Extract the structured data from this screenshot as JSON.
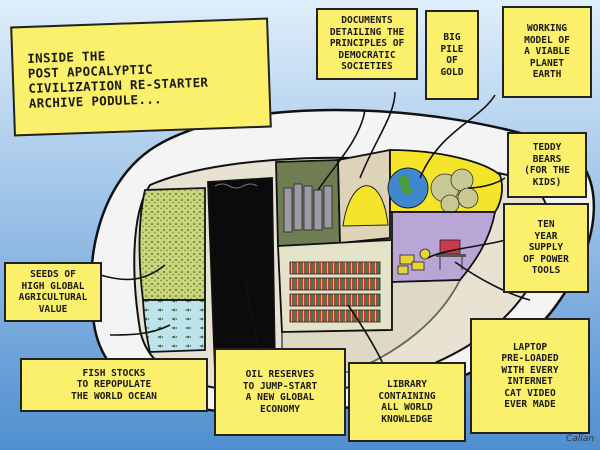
{
  "title_banner": "INSIDE THE\nPOST APOCALYPTIC\nCIVILIZATION RE-STARTER\nARCHIVE PODULE...",
  "labels": {
    "documents": "DOCUMENTS\nDETAILING THE\nPRINCIPLES OF\nDEMOCRATIC\nSOCIETIES",
    "gold": "BIG\nPILE\nOF\nGOLD",
    "earth": "WORKING\nMODEL OF\nA VIABLE\nPLANET\nEARTH",
    "teddy": "TEDDY\nBEARS\n(FOR THE\nKIDS)",
    "tools": "TEN\nYEAR\nSUPPLY\nOF POWER\nTOOLS",
    "seeds": "SEEDS OF\nHIGH GLOBAL\nAGRICULTURAL\nVALUE",
    "fish": "FISH STOCKS\nTO REPOPULATE\nTHE WORLD OCEAN",
    "oil": "OIL RESERVES\nTO JUMP-START\nA NEW GLOBAL\nECONOMY",
    "library": "LIBRARY\nCONTAINING\nALL WORLD\nKNOWLEDGE",
    "laptop": "LAPTOP\nPRE-LOADED\nWITH EVERY\nINTERNET\nCAT VIDEO\nEVER MADE"
  },
  "signature": "Callan",
  "colors": {
    "sky_top": "#dfeefb",
    "sky_bottom": "#4f8fd0",
    "note": "#fbf06b",
    "seeds": "#c9d77a",
    "fish": "#bfe3ea",
    "oil": "#0b0b0b",
    "gold": "#f4e52a",
    "teddy": "#e9ea8a",
    "tools_room": "#b9a6d6",
    "docs_room": "#6f7d52",
    "library_room": "#e4e2c8"
  }
}
